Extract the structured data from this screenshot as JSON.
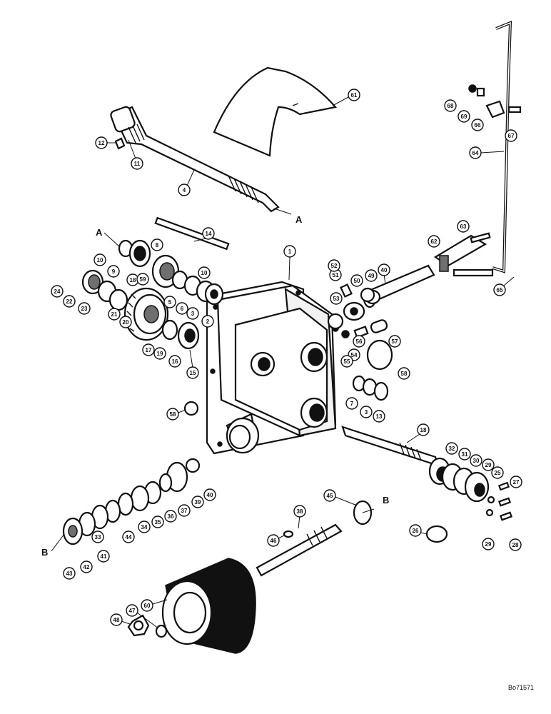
{
  "document": {
    "drawing_number": "Bo71571"
  },
  "section_letters": {
    "a_top": "A",
    "a_left": "A",
    "b_right": "B",
    "b_left": "B"
  },
  "callouts": {
    "c1": "1",
    "c2": "2",
    "c3a": "3",
    "c3b": "3",
    "c4": "4",
    "c5": "5",
    "c6": "6",
    "c7": "7",
    "c8": "8",
    "c9": "9",
    "c10a": "10",
    "c10b": "10",
    "c11": "11",
    "c12": "12",
    "c13": "13",
    "c14": "14",
    "c15": "15",
    "c16": "16",
    "c17": "17",
    "c18a": "18",
    "c18b": "18",
    "c19": "19",
    "c20": "20",
    "c21": "21",
    "c22": "22",
    "c23": "23",
    "c24": "24",
    "c25": "25",
    "c26": "26",
    "c27": "27",
    "c28": "28",
    "c29": "29",
    "c29b": "29",
    "c30": "30",
    "c31": "31",
    "c32": "32",
    "c33": "33",
    "c34": "34",
    "c35": "35",
    "c36": "36",
    "c37": "37",
    "c38": "38",
    "c39": "39",
    "c40a": "40",
    "c40b": "40",
    "c41": "41",
    "c42": "42",
    "c43": "43",
    "c44": "44",
    "c45": "45",
    "c46": "46",
    "c47": "47",
    "c48": "48",
    "c49": "49",
    "c50": "50",
    "c51": "51",
    "c52": "52",
    "c53": "53",
    "c54": "54",
    "c55": "55",
    "c56": "56",
    "c57": "57",
    "c58a": "58",
    "c58b": "58",
    "c59": "59",
    "c60": "60",
    "c61": "61",
    "c62": "62",
    "c63": "63",
    "c64": "64",
    "c65": "65",
    "c66": "66",
    "c67": "67",
    "c68": "68",
    "c69": "69"
  }
}
